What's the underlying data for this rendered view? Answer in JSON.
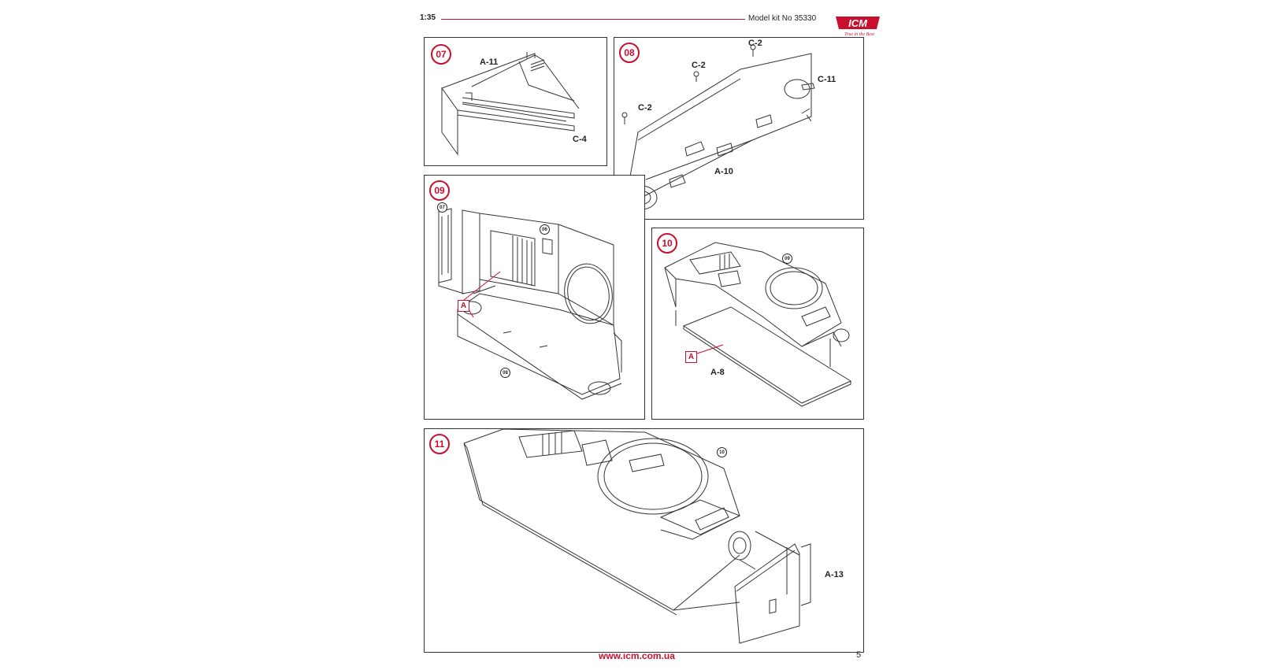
{
  "header": {
    "scale": "1:35",
    "kit": "Model kit No 35330",
    "logo_text": "ICM",
    "logo_tagline": "True in the Best",
    "accent_color": "#c8102e"
  },
  "steps": {
    "s07": {
      "number": "07",
      "parts": [
        "A-11",
        "C-4"
      ]
    },
    "s08": {
      "number": "08",
      "parts": [
        "C-2",
        "C-2",
        "C-2",
        "C-11",
        "A-10"
      ]
    },
    "s09": {
      "number": "09",
      "refs": [
        "07",
        "06",
        "08"
      ],
      "marker": "A"
    },
    "s10": {
      "number": "10",
      "refs": [
        "09"
      ],
      "marker": "A",
      "parts": [
        "A-8"
      ]
    },
    "s11": {
      "number": "11",
      "refs": [
        "10"
      ],
      "parts": [
        "A-13"
      ]
    }
  },
  "footer": {
    "url": "www.icm.com.ua",
    "page": "5"
  }
}
